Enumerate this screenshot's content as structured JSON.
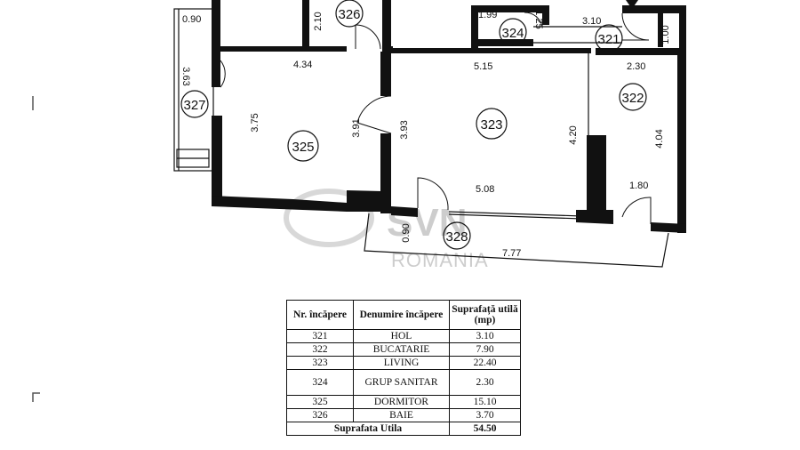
{
  "plan": {
    "dimensions": {
      "d_090_top": "0.90",
      "d_210": "2.10",
      "d_199": "1.99",
      "d_125": "1.25",
      "d_310": "3.10",
      "d_100": "1.00",
      "d_363": "3.63",
      "d_434": "4.34",
      "d_515": "5.15",
      "d_230": "2.30",
      "d_375": "3.75",
      "d_391": "3.91",
      "d_393": "3.93",
      "d_420": "4.20",
      "d_404": "4.04",
      "d_508": "5.08",
      "d_180": "1.80",
      "d_090_balcony": "0.90",
      "d_777": "7.77"
    },
    "rooms": {
      "r321": "321",
      "r322": "322",
      "r323": "323",
      "r324": "324",
      "r325": "325",
      "r326": "326",
      "r327": "327",
      "r328": "328"
    },
    "watermark": {
      "brand": "SVN",
      "country": "ROMANIA"
    }
  },
  "table": {
    "headers": {
      "nr": "Nr. încăpere",
      "name": "Denumire încăpere",
      "area": "Suprafață utilă (mp)"
    },
    "rows": [
      {
        "nr": "321",
        "name": "HOL",
        "area": "3.10"
      },
      {
        "nr": "322",
        "name": "BUCATARIE",
        "area": "7.90"
      },
      {
        "nr": "323",
        "name": "LIVING",
        "area": "22.40"
      },
      {
        "nr": "324",
        "name": "GRUP SANITAR",
        "area": "2.30"
      },
      {
        "nr": "325",
        "name": "DORMITOR",
        "area": "15.10"
      },
      {
        "nr": "326",
        "name": "BAIE",
        "area": "3.70"
      }
    ],
    "total": {
      "label": "Suprafata Utila",
      "area": "54.50"
    }
  }
}
